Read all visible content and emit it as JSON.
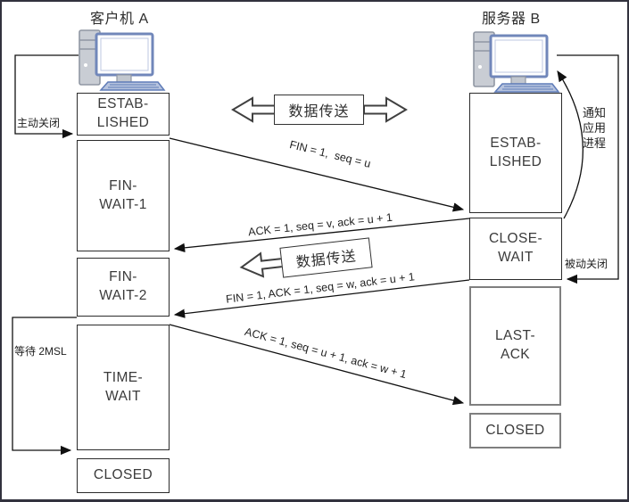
{
  "header": {
    "client_title": "客户机 A",
    "server_title": "服务器 B"
  },
  "client": {
    "established": "ESTAB-\nLISHED",
    "fin_wait_1": "FIN-\nWAIT-1",
    "fin_wait_2": "FIN-\nWAIT-2",
    "time_wait": "TIME-\nWAIT",
    "closed": "CLOSED",
    "active_close_label": "主动关闭",
    "wait_2msl_label": "等待 2MSL"
  },
  "server": {
    "established": "ESTAB-\nLISHED",
    "close_wait": "CLOSE-\nWAIT",
    "last_ack": "LAST-\nACK",
    "closed": "CLOSED",
    "passive_close_label": "被动关闭",
    "notify_label": "通知\n应用\n进程"
  },
  "messages": {
    "fin": "FIN = 1,  seq = u",
    "ack_of_fin": "ACK = 1, seq = v, ack = u + 1",
    "fin_ack": "FIN = 1, ACK = 1, seq = w, ack = u + 1",
    "last_ack_msg": "ACK = 1, seq = u + 1, ack = w + 1",
    "data_transfer_top": "数据传送",
    "data_transfer_mid": "数据传送"
  },
  "colors": {
    "box_border": "#2b2b2b",
    "gray_box_border": "#7f7f7f",
    "arrow_color": "#111111",
    "monitor_blue": "#7187ba",
    "keyboard_blue": "#b6c3de",
    "tower_gray": "#c9cdd4",
    "frame_border": "#32323e"
  }
}
